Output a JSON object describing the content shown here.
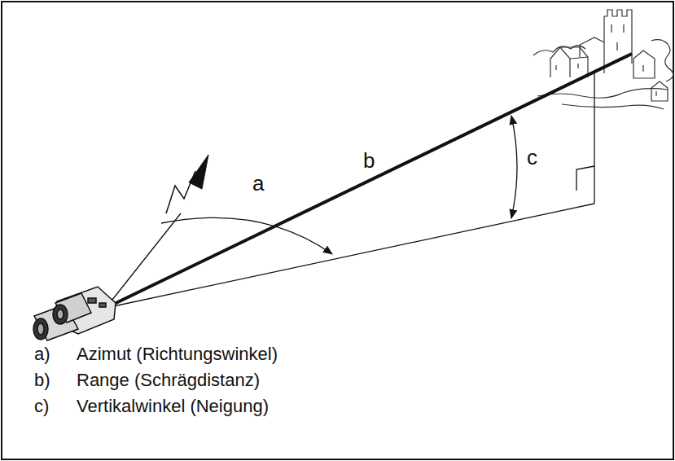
{
  "diagram": {
    "labels": [
      "a",
      "b",
      "c",
      "a)",
      "Azimut (Richtungswinkel)",
      "b)",
      "Range (Schrägdistanz)",
      "c)",
      "Vertikalwinkel (Neigung)"
    ]
  }
}
